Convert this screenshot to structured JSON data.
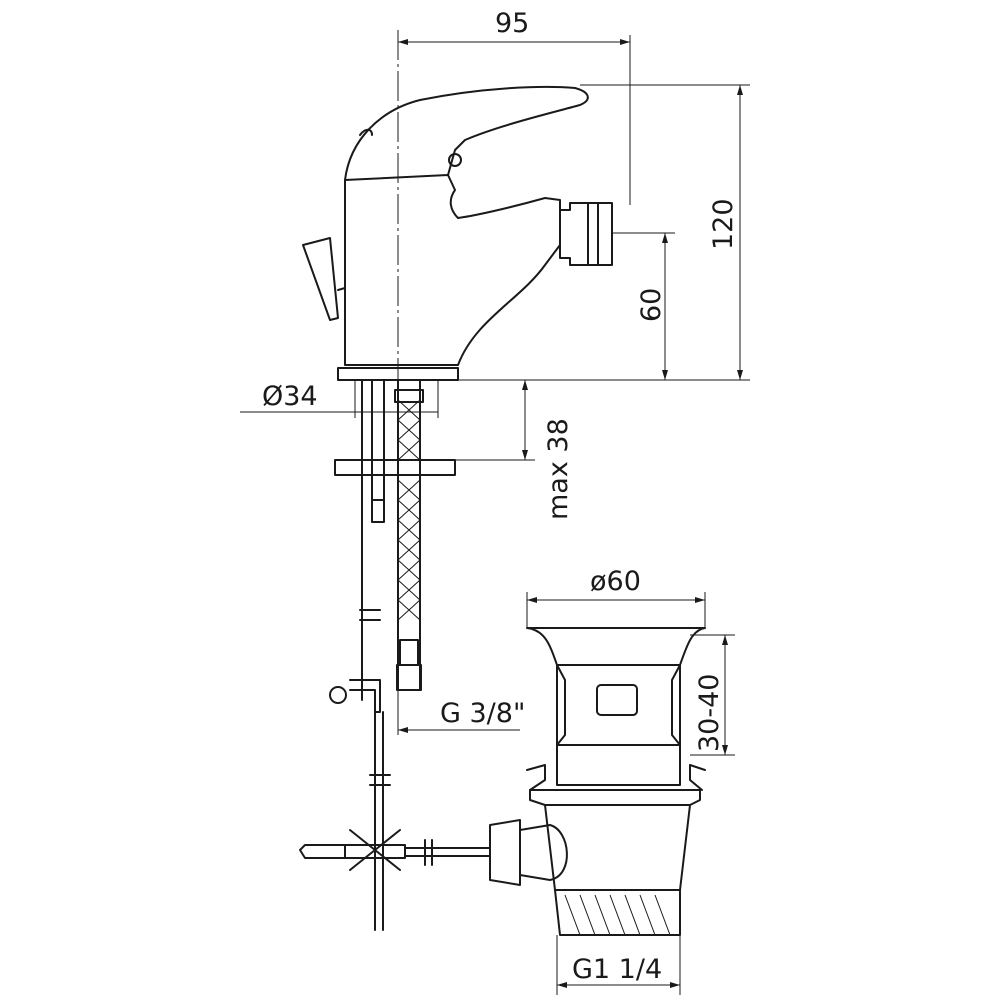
{
  "drawing": {
    "colors": {
      "line": "#1a1a1a",
      "background": "#ffffff"
    },
    "dimensions": {
      "width_95": "95",
      "height_120": "120",
      "height_60": "60",
      "diameter_34": "Ø34",
      "max_38": "max 38",
      "diameter_60": "ø60",
      "range_30_40": "30-40",
      "hose_thread": "G 3/8\"",
      "waste_thread": "G1 1/4"
    }
  }
}
